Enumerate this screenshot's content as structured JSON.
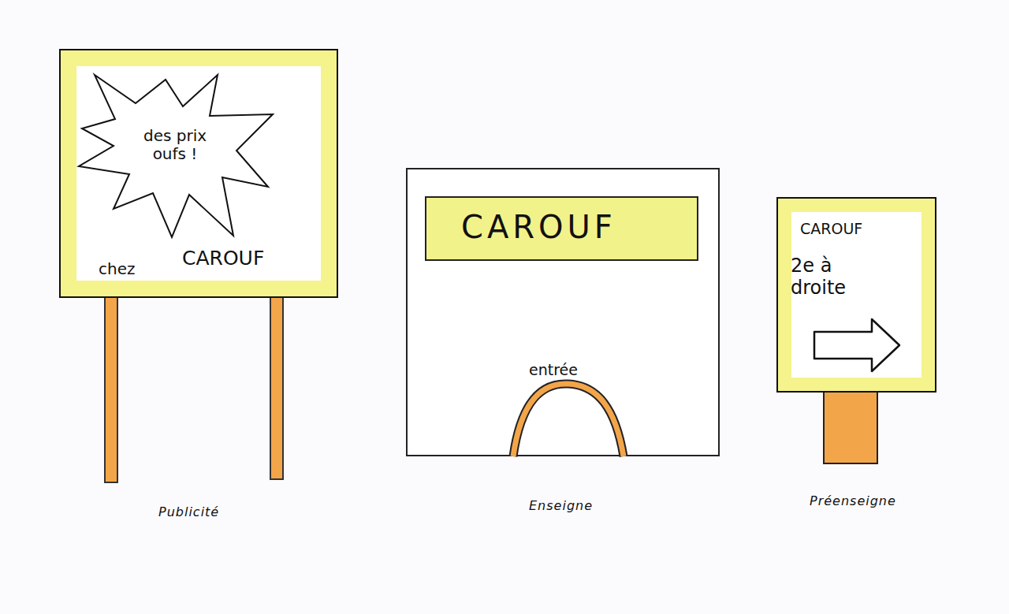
{
  "diagram": {
    "nodes": [
      {
        "text": [
          "chez",
          "CAROUF"
        ]
      },
      {
        "text": [
          "des prix oufs !"
        ],
        "in": 0
      },
      {
        "text": []
      },
      {
        "text": [
          "CAROUF"
        ],
        "in": 2
      },
      {
        "text": [
          "entrée"
        ],
        "in": 2
      },
      {
        "text": [
          "CAROUF",
          "2e à droite"
        ]
      }
    ],
    "labels": [
      "Publicité",
      "Enseigne",
      "Préenseigne"
    ]
  }
}
